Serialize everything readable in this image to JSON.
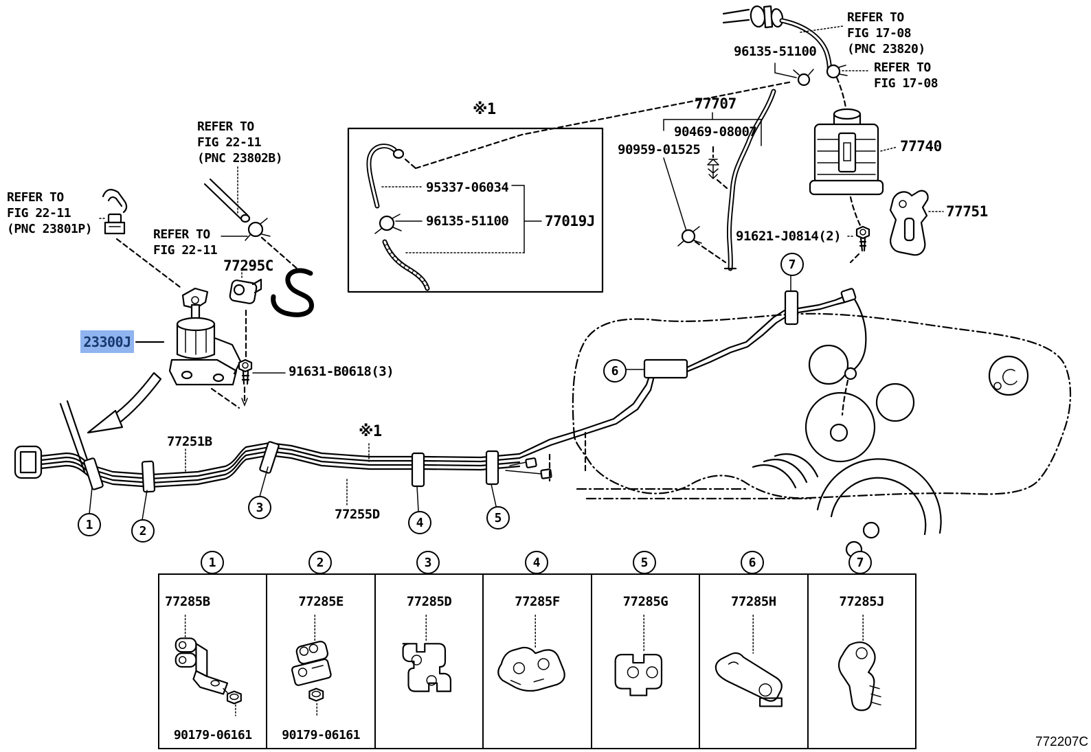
{
  "colors": {
    "background": "#FFFFFF",
    "line": "#000000",
    "highlight_bg": "#8FB4EF",
    "highlight_text": "#17386E"
  },
  "footer_code": "772207C",
  "notes": {
    "refer_fig_22_11_pnc_23802b": "REFER TO\nFIG 22-11\n(PNC 23802B)",
    "refer_fig_22_11_pnc_23801p": "REFER TO\nFIG 22-11\n(PNC 23801P)",
    "refer_fig_22_11": "REFER TO\nFIG 22-11",
    "refer_fig_17_08_pnc_23820": "REFER TO\nFIG 17-08\n(PNC 23820)",
    "refer_fig_17_08": "REFER TO\nFIG 17-08",
    "asterisk_note_inset": "※1",
    "asterisk_note_line": "※1"
  },
  "parts": {
    "clamp_top": "96135-51100",
    "hose_77707": "77707",
    "clip_90469": "90469-08007",
    "clamp_90959": "90959-01525",
    "canister_77740": "77740",
    "bracket_77751": "77751",
    "bolt_91621": "91621-J0814(2)",
    "clamp_77295c": "77295C",
    "selected_23300j": "23300J",
    "bolt_91631": "91631-B0618(3)",
    "hose_95337": "95337-06034",
    "clamp_inset_96135": "96135-51100",
    "assembly_77019j": "77019J",
    "tube_77251b": "77251B",
    "tube_77255d": "77255D"
  },
  "callouts": [
    "1",
    "2",
    "3",
    "4",
    "5",
    "6",
    "7"
  ],
  "table": {
    "columns": [
      {
        "num": "1",
        "part": "77285B",
        "sub_part": "90179-06161"
      },
      {
        "num": "2",
        "part": "77285E",
        "sub_part": "90179-06161"
      },
      {
        "num": "3",
        "part": "77285D"
      },
      {
        "num": "4",
        "part": "77285F"
      },
      {
        "num": "5",
        "part": "77285G"
      },
      {
        "num": "6",
        "part": "77285H"
      },
      {
        "num": "7",
        "part": "77285J"
      }
    ]
  }
}
